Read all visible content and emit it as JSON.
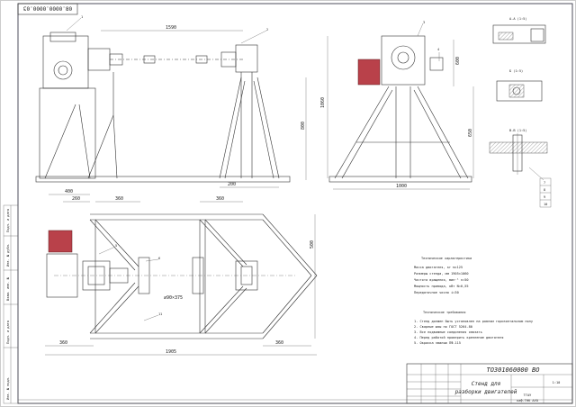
{
  "sheet": {
    "doc_code_rotated": "08.0000.0000.03",
    "title_code": "ТО301060000 ВО",
    "title_name_line1": "Стенд для",
    "title_name_line2": "разборки двигателей",
    "scale": "1:10",
    "sheet": "ТГАУ",
    "group": "каф.ТНК АУО"
  },
  "section_labels": {
    "aa": "А-А (1:5)",
    "bb": "Б (1:5)",
    "vv": "В-В (1:5)"
  },
  "callouts": [
    "1",
    "2",
    "3",
    "4",
    "5",
    "6",
    "7",
    "8",
    "9",
    "10",
    "11"
  ],
  "dimensions": {
    "top_span": "1590",
    "top_base": "200",
    "front_height": "1060",
    "front_mid": "800",
    "side_width": "1000",
    "side_height": "650",
    "side_low": "600",
    "plan_400": "400",
    "plan_260": "260",
    "plan_360a": "360",
    "plan_360b": "360",
    "plan_500": "500",
    "plan_total": "1905",
    "plan_left": "360",
    "plan_right": "360",
    "plan_shaft": "∅90×375"
  },
  "tech_specs": {
    "heading": "Технические характеристики",
    "lines": [
      "Масса двигателя, кг   м=125",
      "Размеры стенда, мм  1905×1060",
      "Частота вращения, мин⁻¹  n=50",
      "Мощность привода, кВт  N=0,55",
      "Передаточное число  i=30"
    ]
  },
  "tech_requirements": {
    "heading": "Технические требования",
    "lines": [
      "1. Стенд должен быть установлен на ровном горизонтальном полу",
      "2. Сварные швы по ГОСТ 5264-80",
      "3. Все подвижные соединения смазать",
      "4. Перед работой проверить крепление двигателя",
      "5. Окраска эмалью ПФ-115"
    ]
  },
  "left_margin_notes": [
    "Инв. № подл.",
    "Подп. и дата",
    "Взам. инв. №",
    "Инв. № дубл.",
    "Подп. и дата"
  ]
}
